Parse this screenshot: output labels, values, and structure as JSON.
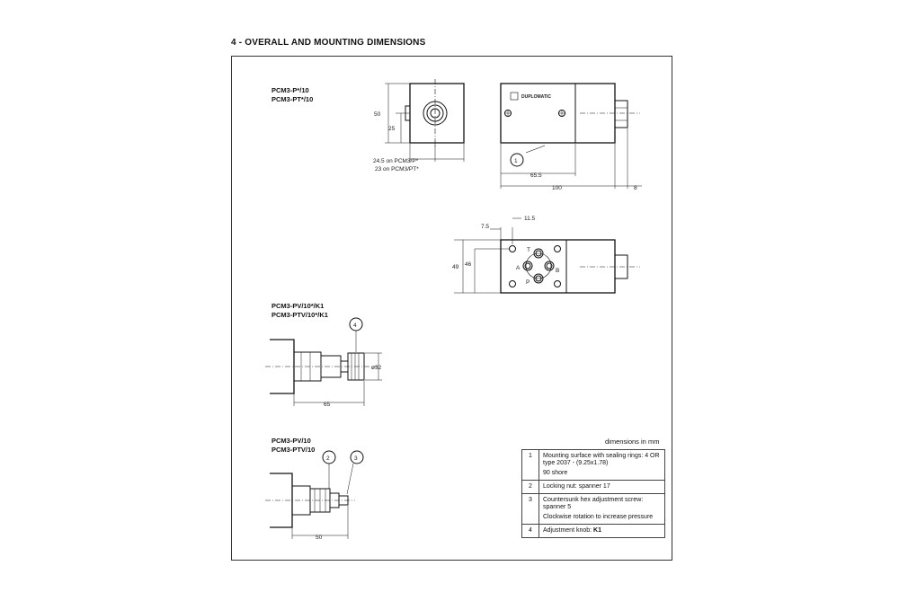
{
  "section_title": "4 - OVERALL AND MOUNTING DIMENSIONS",
  "variants": {
    "p": [
      "PCM3-P*/10",
      "PCM3-PT*/10"
    ],
    "pv_k1": [
      "PCM3-PV/10*/K1",
      "PCM3-PTV/10*/K1"
    ],
    "pv": [
      "PCM3-PV/10",
      "PCM3-PTV/10"
    ]
  },
  "dims": {
    "h50": "50",
    "h25": "25",
    "note1": "24.5  on PCM3/P*",
    "note2": "23  on PCM3/PT*",
    "d655": "65.5",
    "d100": "100",
    "d8": "8",
    "d75": "7.5",
    "d115": "11.5",
    "d49": "49",
    "d46": "46",
    "d32": "ø32",
    "d65": "65",
    "d50": "50",
    "port_t": "T",
    "port_a": "A",
    "port_b": "B",
    "port_p": "P",
    "brand": "DUPLOMATIC"
  },
  "callouts": [
    "1",
    "2",
    "3",
    "4"
  ],
  "units_note": "dimensions in mm",
  "legend": [
    {
      "num": "1",
      "text": "Mounting surface with sealing rings: 4 OR type 2037 - (9.25x1.78)",
      "sub": "90 shore"
    },
    {
      "num": "2",
      "text": "Locking nut: spanner 17",
      "sub": ""
    },
    {
      "num": "3",
      "text": "Countersunk hex adjustment screw: spanner 5",
      "sub": "Clockwise rotation to increase pressure"
    },
    {
      "num": "4",
      "text": "Adjustment knob: ",
      "bold": "K1",
      "sub": ""
    }
  ]
}
